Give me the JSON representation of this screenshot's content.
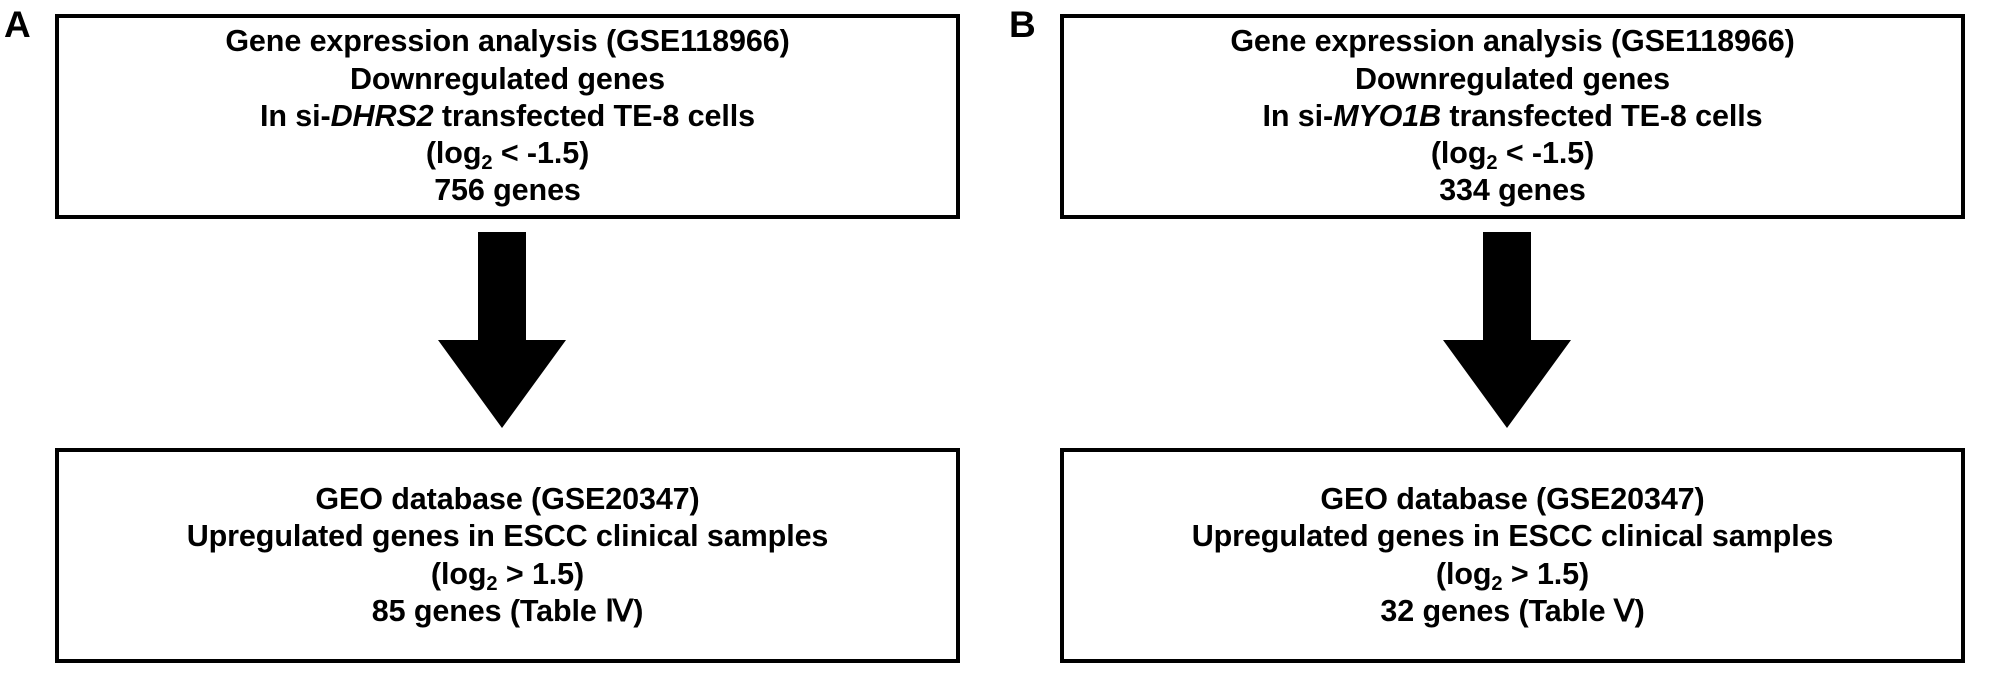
{
  "figure": {
    "background": "#ffffff",
    "foreground": "#000000"
  },
  "panels": [
    {
      "letter": "A",
      "top_box": {
        "lines": [
          {
            "text": "Gene expression analysis (GSE118966)"
          },
          {
            "text": "Downregulated genes"
          },
          {
            "pre": "In si-",
            "italic": "DHRS2",
            "post": " transfected TE-8 cells"
          },
          {
            "pre": "(log",
            "sub": "2",
            "post": " < -1.5)"
          },
          {
            "text": "756 genes"
          }
        ]
      },
      "arrow": {
        "name": "down-arrow",
        "direction": "down",
        "color": "#000000"
      },
      "bottom_box": {
        "lines": [
          {
            "text": "GEO database (GSE20347)"
          },
          {
            "text": "Upregulated genes in ESCC clinical samples"
          },
          {
            "pre": "(log",
            "sub": "2",
            "post": " > 1.5)"
          },
          {
            "text": "85 genes (Table Ⅳ)"
          }
        ]
      }
    },
    {
      "letter": "B",
      "top_box": {
        "lines": [
          {
            "text": "Gene expression analysis (GSE118966)"
          },
          {
            "text": "Downregulated genes"
          },
          {
            "pre": "In si-",
            "italic": "MYO1B",
            "post": " transfected TE-8 cells"
          },
          {
            "pre": "(log",
            "sub": "2",
            "post": " < -1.5)"
          },
          {
            "text": "334 genes"
          }
        ]
      },
      "arrow": {
        "name": "down-arrow",
        "direction": "down",
        "color": "#000000"
      },
      "bottom_box": {
        "lines": [
          {
            "text": "GEO database (GSE20347)"
          },
          {
            "text": "Upregulated genes in ESCC clinical samples"
          },
          {
            "pre": "(log",
            "sub": "2",
            "post": " > 1.5)"
          },
          {
            "text": "32 genes (Table Ⅴ)"
          }
        ]
      }
    }
  ]
}
